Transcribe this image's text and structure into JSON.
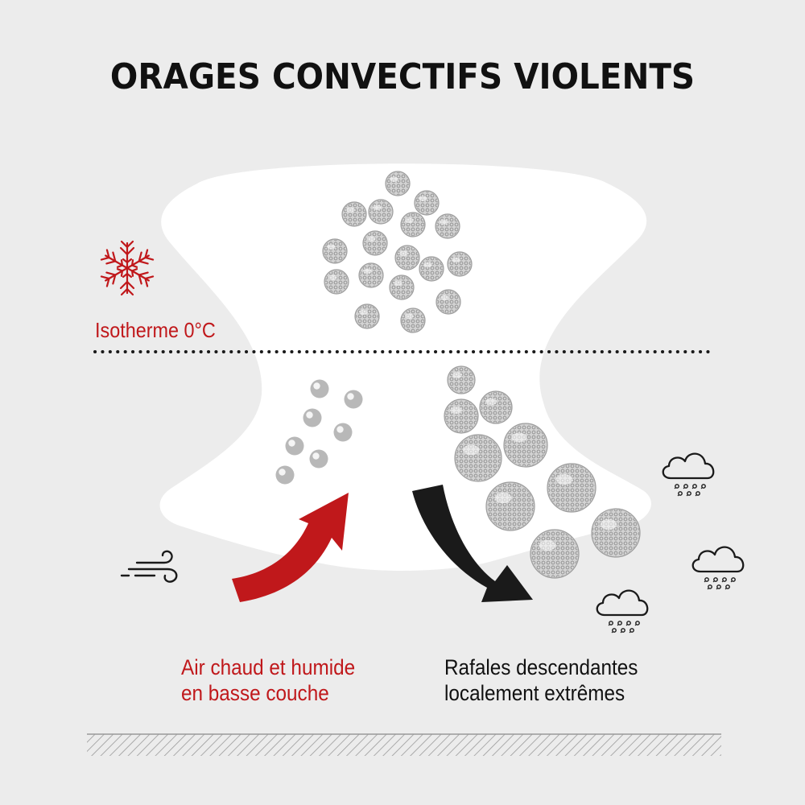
{
  "title": "ORAGES CONVECTIFS VIOLENTS",
  "isotherm": {
    "label": "Isotherme 0°C"
  },
  "warm_air": {
    "line1": "Air chaud et humide",
    "line2": "en basse couche"
  },
  "downdraft": {
    "line1": "Rafales descendantes",
    "line2": "localement extrêmes"
  },
  "colors": {
    "background": "#ececec",
    "cloud": "#ffffff",
    "accent_red": "#c0181b",
    "dark": "#1a1a1a",
    "grey_particle": "#b5b5b5"
  },
  "icons": [
    "snowflake-icon",
    "wind-icon",
    "hail-cloud-icon"
  ]
}
